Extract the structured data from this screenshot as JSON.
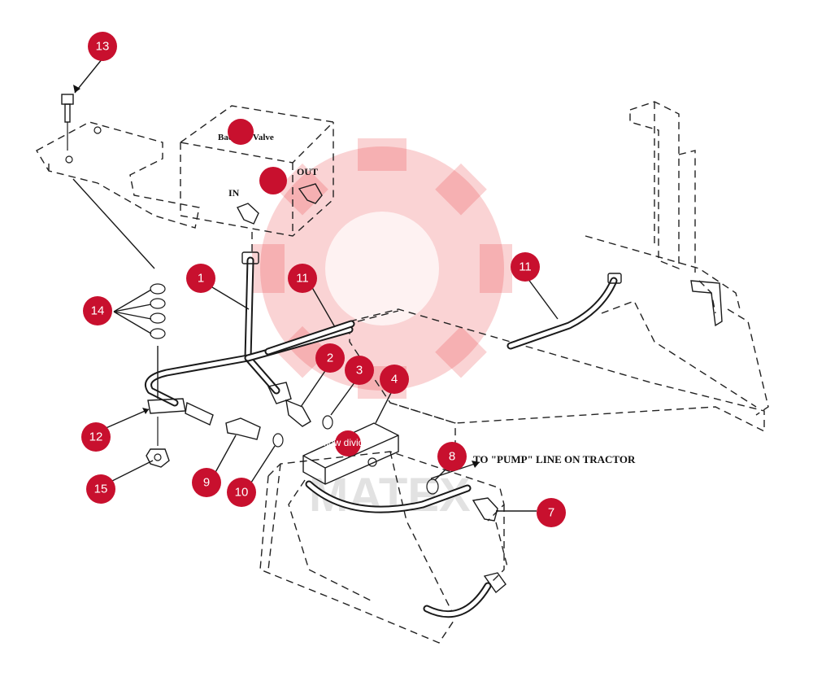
{
  "diagram": {
    "callouts": [
      {
        "id": "13",
        "label": "13"
      },
      {
        "id": "1",
        "label": "1"
      },
      {
        "id": "11a",
        "label": "11"
      },
      {
        "id": "11b",
        "label": "11"
      },
      {
        "id": "14",
        "label": "14"
      },
      {
        "id": "2",
        "label": "2"
      },
      {
        "id": "3",
        "label": "3"
      },
      {
        "id": "4",
        "label": "4"
      },
      {
        "id": "12",
        "label": "12"
      },
      {
        "id": "15",
        "label": "15"
      },
      {
        "id": "9",
        "label": "9"
      },
      {
        "id": "10",
        "label": "10"
      },
      {
        "id": "8",
        "label": "8"
      },
      {
        "id": "7",
        "label": "7"
      },
      {
        "id": "5",
        "label": ""
      },
      {
        "id": "6",
        "label": ""
      }
    ],
    "valve_box": {
      "name_text": "Backhoe Valve",
      "in_label": "IN",
      "out_label": "OUT"
    },
    "flow_divider_text": "flow divider",
    "pump_line_note": "TO \"PUMP\" LINE ON TRACTOR",
    "watermark_text": "MATEX"
  }
}
